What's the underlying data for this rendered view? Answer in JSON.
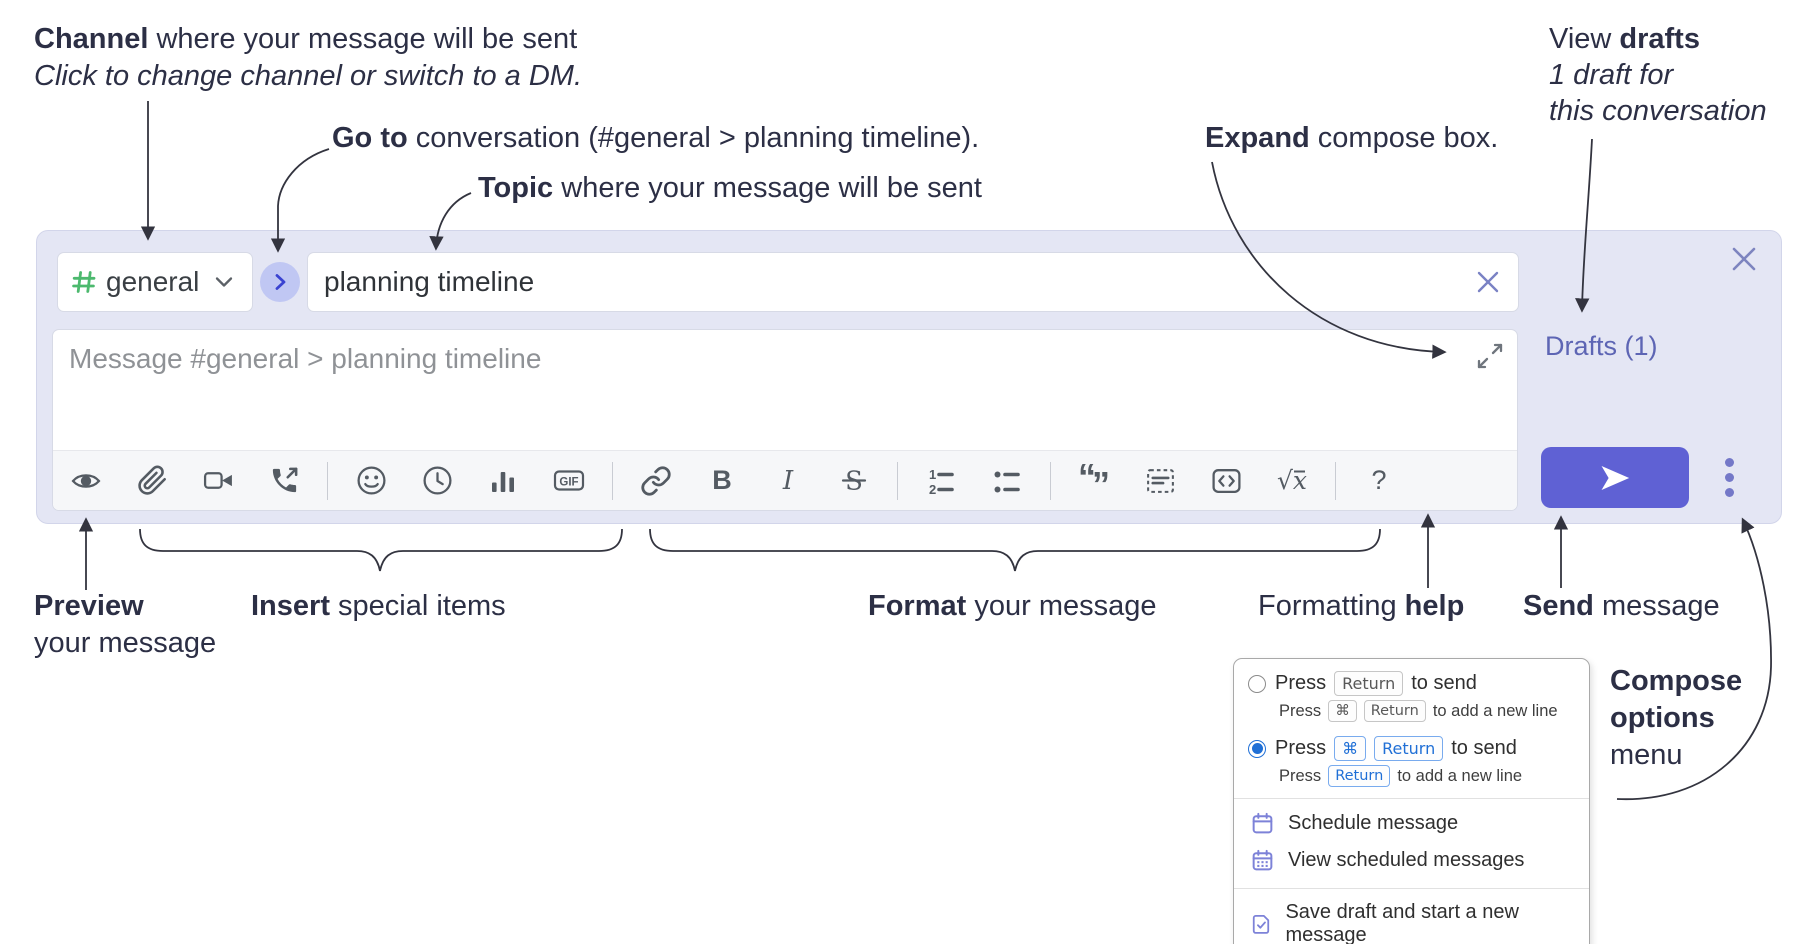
{
  "annotations": {
    "channel": {
      "bold": "Channel",
      "rest": " where your message will be sent",
      "line2": "Click to change channel or switch to a DM."
    },
    "goto": {
      "bold": "Go to",
      "rest": " conversation (#general > planning timeline)."
    },
    "topic": {
      "bold": "Topic",
      "rest": " where your message will be sent"
    },
    "expand": {
      "bold": "Expand",
      "rest": " compose box."
    },
    "view_drafts": {
      "pre": "View ",
      "bold": "drafts",
      "line2": "1 draft for",
      "line3": "this conversation"
    },
    "preview": {
      "bold": "Preview",
      "line2": "your message"
    },
    "insert": {
      "bold": "Insert",
      "rest": " special items"
    },
    "format": {
      "bold": "Format",
      "rest": " your message"
    },
    "formatting_help": {
      "pre": "Formatting ",
      "bold": "help"
    },
    "send": {
      "bold": "Send",
      "rest": " message"
    },
    "compose_options": {
      "line1": "Compose",
      "line2": "options",
      "line3": "menu"
    }
  },
  "compose": {
    "channel_name": "general",
    "topic_value": "planning timeline",
    "message_placeholder": "Message #general > planning timeline",
    "drafts_label": "Drafts (1)",
    "toolbar_text": {
      "gif": "GIF",
      "bold": "B",
      "italic": "I",
      "strike": "S",
      "math": "√x",
      "help": "?"
    }
  },
  "popup": {
    "option_return": {
      "press": "Press",
      "key": "Return",
      "suffix": "to send",
      "sub_press": "Press",
      "sub_key_cmd": "⌘",
      "sub_key_return": "Return",
      "sub_suffix": "to add a new line"
    },
    "option_cmd_return": {
      "press": "Press",
      "key_cmd": "⌘",
      "key_return": "Return",
      "suffix": "to send",
      "sub_press": "Press",
      "sub_key_return": "Return",
      "sub_suffix": "to add a new line"
    },
    "menu_items": [
      "Schedule message",
      "View scheduled messages",
      "Save draft and start a new message"
    ]
  },
  "colors": {
    "compose_bg": "#e4e6f4",
    "send_button": "#5f61d4",
    "drafts_link": "#5d65b4",
    "hash_green": "#4cb96e",
    "annotation_text": "#2c2f45",
    "selected_blue": "#1f6fd6",
    "icon_gray": "#545b63",
    "purple_icons": "#7d82d8"
  },
  "icons": [
    "hash-icon",
    "chevron-down-icon",
    "go-to-conversation-icon",
    "clear-topic-icon",
    "close-icon",
    "expand-icon",
    "preview-eye-icon",
    "paperclip-icon",
    "video-call-icon",
    "audio-call-icon",
    "emoji-icon",
    "time-icon",
    "poll-icon",
    "gif-icon",
    "link-icon",
    "bold-icon",
    "italic-icon",
    "strikethrough-icon",
    "numbered-list-icon",
    "bulleted-list-icon",
    "quote-icon",
    "spoiler-icon",
    "code-icon",
    "math-icon",
    "help-icon",
    "send-icon",
    "kebab-menu-icon",
    "calendar-icon",
    "calendar-days-icon",
    "save-draft-icon"
  ]
}
